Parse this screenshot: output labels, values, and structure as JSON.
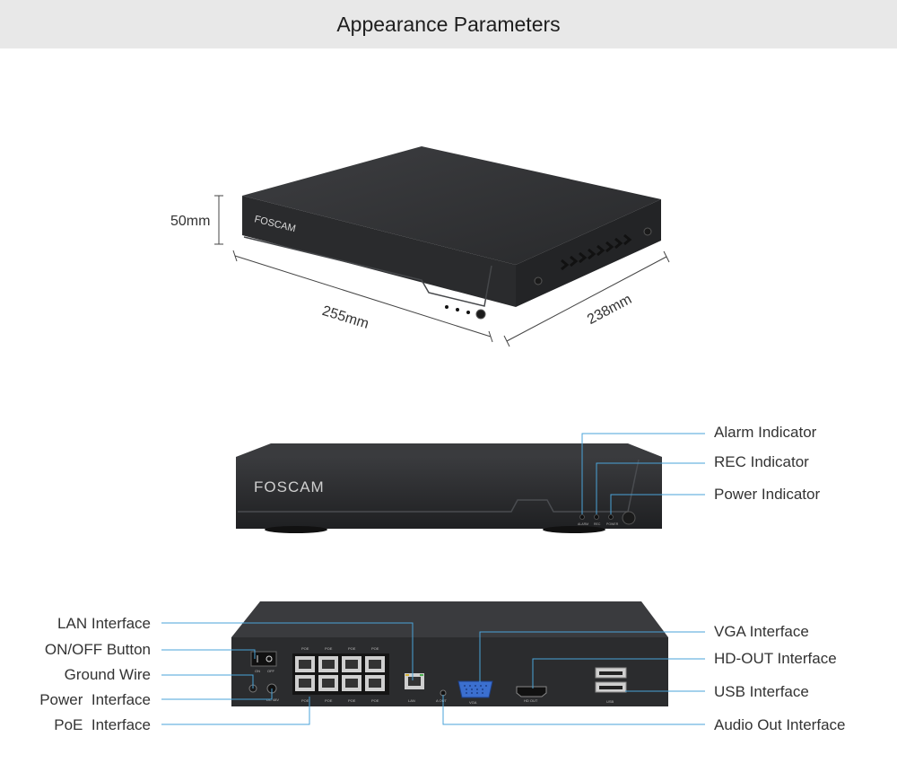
{
  "header": {
    "title": "Appearance Parameters"
  },
  "top_view": {
    "brand": "FOSCAM",
    "dims": {
      "height": "50mm",
      "width": "255mm",
      "depth": "238mm"
    }
  },
  "front_view": {
    "brand": "FOSCAM",
    "leds": [
      "ALARM",
      "REC",
      "POWER"
    ],
    "callouts": [
      "Alarm Indicator",
      "REC Indicator",
      "Power Indicator"
    ]
  },
  "rear_view": {
    "port_text": {
      "poe": "POE",
      "lan": "LAN",
      "vga": "VGA",
      "hdmi": "HD OUT",
      "usb": "USB",
      "aout": "A OUT",
      "dc": "DC 48V",
      "on": "ON",
      "off": "OFF"
    },
    "left_callouts": [
      "LAN Interface",
      "ON/OFF Button",
      "Ground Wire",
      "Power  Interface",
      "PoE  Interface"
    ],
    "right_callouts": [
      "VGA Interface",
      "HD-OUT Interface",
      "USB Interface",
      "Audio Out Interface"
    ]
  },
  "colors": {
    "callout_line": "#4aa3d8",
    "device_body": "#2e2f31",
    "header_bg": "#e8e8e8"
  }
}
